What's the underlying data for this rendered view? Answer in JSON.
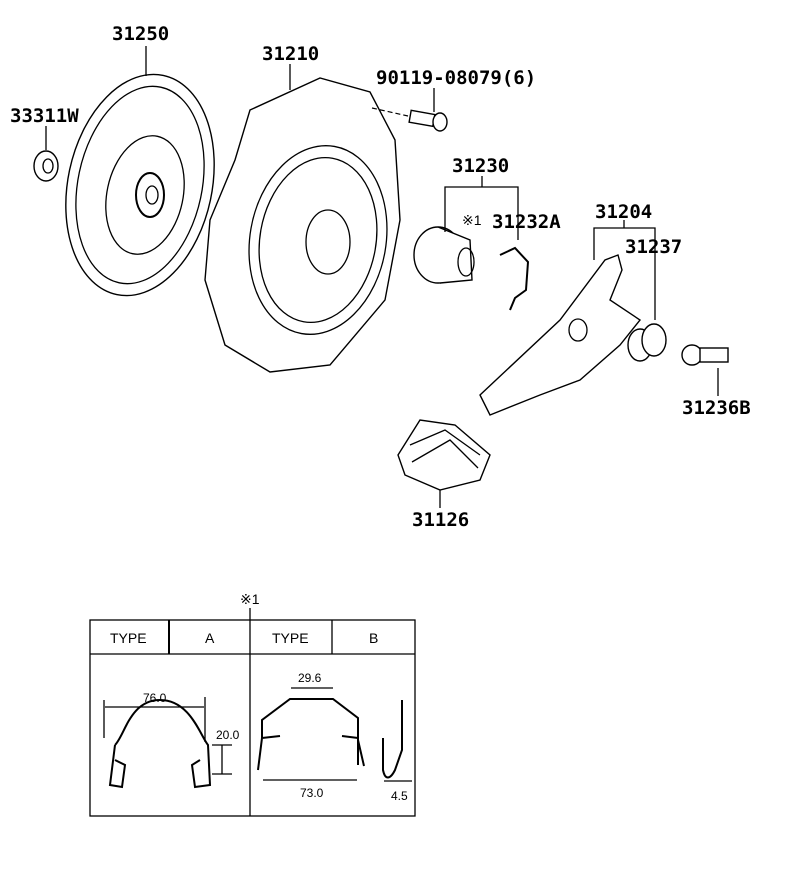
{
  "parts": {
    "p31250": "31250",
    "p33311W": "33311W",
    "p31210": "31210",
    "p90119": "90119-08079(6)",
    "p31230": "31230",
    "p31232A": "31232A",
    "note_mark": "※1",
    "p31204": "31204",
    "p31237": "31237",
    "p31236B": "31236B",
    "p31126": "31126"
  },
  "table": {
    "note_mark": "※1",
    "type_a_label": "TYPE",
    "type_a_value": "A",
    "type_b_label": "TYPE",
    "type_b_value": "B",
    "dims_a": {
      "width": "76.0",
      "height": "20.0"
    },
    "dims_b": {
      "top": "29.6",
      "width": "73.0",
      "thickness": "4.5"
    }
  }
}
